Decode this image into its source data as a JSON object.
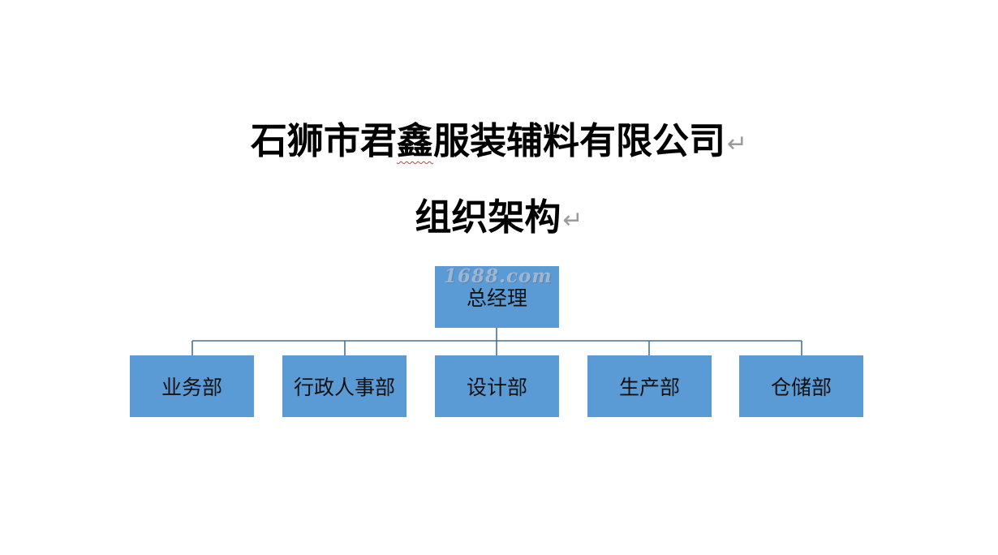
{
  "title": {
    "company_prefix": "石狮市君",
    "company_flagged": "鑫",
    "company_suffix": "服装辅料有限公司",
    "subtitle": "组织架构",
    "paragraph_mark": "↵"
  },
  "org_chart": {
    "root": "总经理",
    "children": [
      "业务部",
      "行政人事部",
      "设计部",
      "生产部",
      "仓储部"
    ]
  },
  "watermark": "1688.com",
  "colors": {
    "box_fill": "#5b9bd5",
    "connector": "#41719c"
  }
}
